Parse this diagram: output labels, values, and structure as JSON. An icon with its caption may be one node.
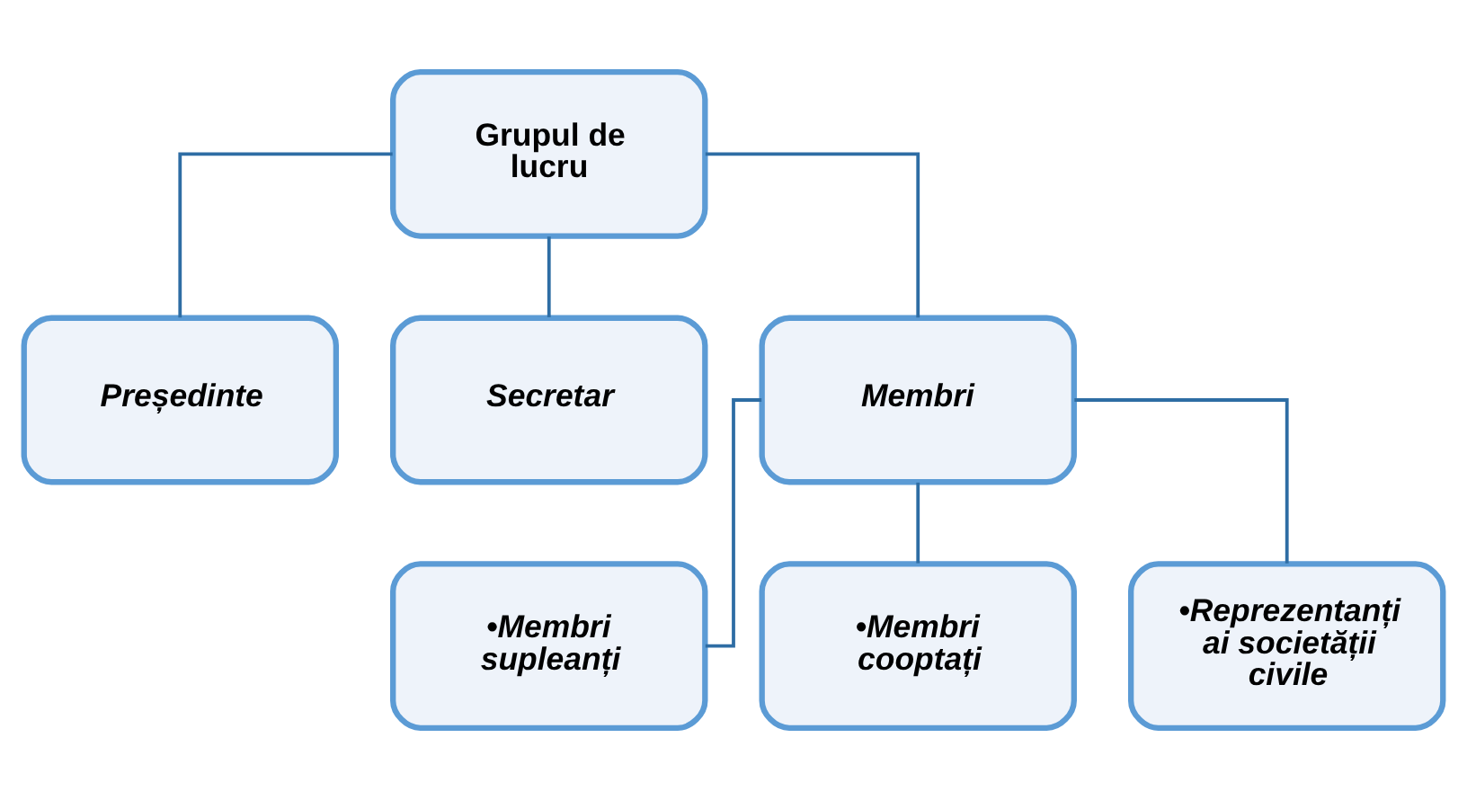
{
  "diagram": {
    "nodes": [
      {
        "text": [
          "Grupul de lucru"
        ]
      },
      {
        "text": [
          "Președinte"
        ]
      },
      {
        "text": [
          "Secretar"
        ]
      },
      {
        "text": [
          "Membri"
        ]
      },
      {
        "text": [
          "•Membri supleanți"
        ]
      },
      {
        "text": [
          "•Membri cooptați"
        ]
      },
      {
        "text": [
          "•Reprezentanți ai societății civile"
        ]
      }
    ],
    "edges": [
      {
        "from": 0,
        "to": 1,
        "arrow": "none"
      },
      {
        "from": 0,
        "to": 2,
        "arrow": "none"
      },
      {
        "from": 0,
        "to": 3,
        "arrow": "none"
      },
      {
        "from": 3,
        "to": 4,
        "arrow": "none"
      },
      {
        "from": 3,
        "to": 5,
        "arrow": "none"
      },
      {
        "from": 3,
        "to": 6,
        "arrow": "none"
      }
    ]
  }
}
